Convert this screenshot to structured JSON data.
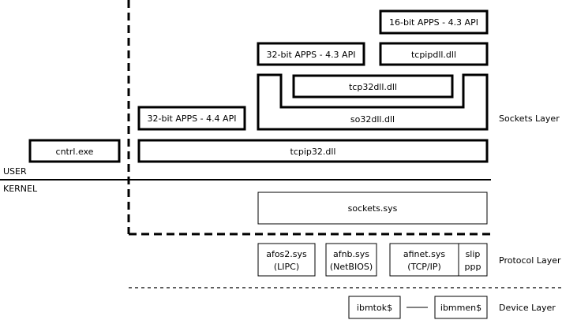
{
  "boxes": {
    "apps16_43": "16-bit APPS - 4.3 API",
    "apps32_43": "32-bit APPS - 4.3 API",
    "tcpipdll": "tcpipdll.dll",
    "tcp32dll": "tcp32dll.dll",
    "so32dll": "so32dll.dll",
    "apps32_44": "32-bit APPS - 4.4 API",
    "cntrl": "cntrl.exe",
    "tcpip32": "tcpip32.dll",
    "sockets": "sockets.sys",
    "afos2_line1": "afos2.sys",
    "afos2_line2": "(LIPC)",
    "afnb_line1": "afnb.sys",
    "afnb_line2": "(NetBIOS)",
    "afinet_line1": "afinet.sys",
    "afinet_line2": "(TCP/IP)",
    "slip": "slip",
    "ppp": "ppp",
    "ibmtok": "ibmtok$",
    "ibmmen": "ibmmen$"
  },
  "labels": {
    "user": "USER",
    "kernel": "KERNEL",
    "sockets_layer": "Sockets Layer",
    "protocol_layer": "Protocol Layer",
    "device_layer": "Device Layer"
  }
}
